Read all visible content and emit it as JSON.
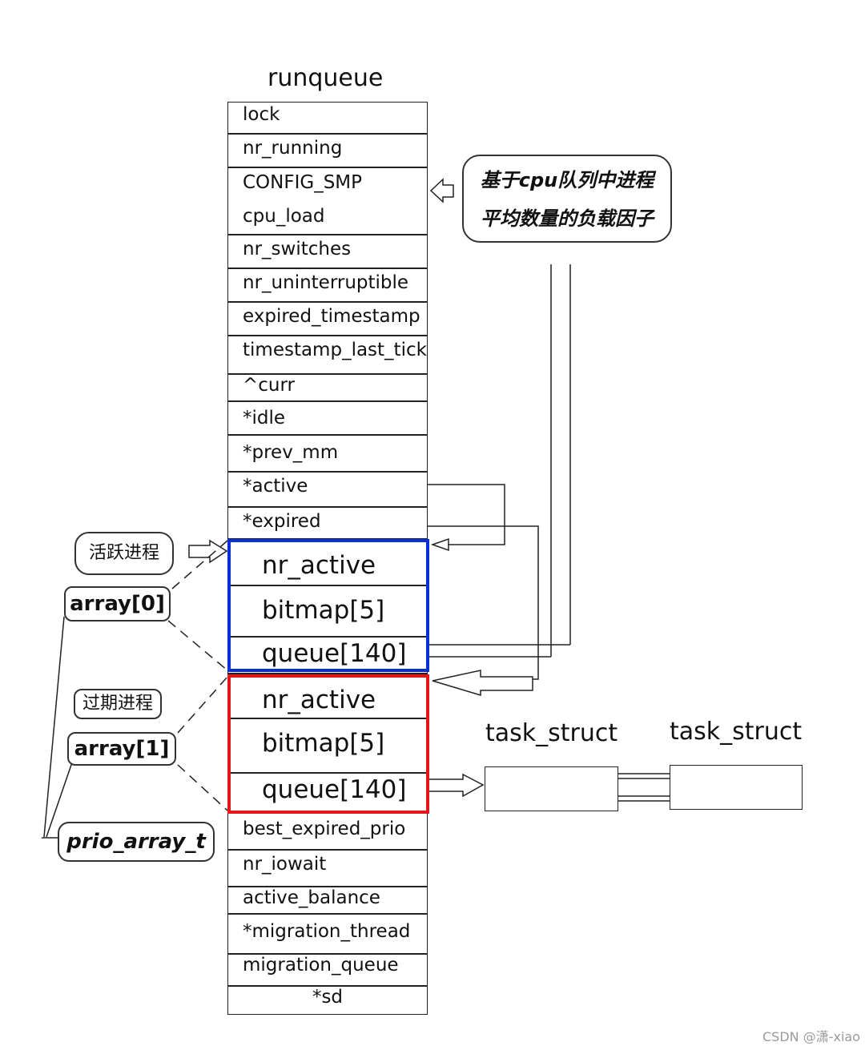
{
  "title": "runqueue",
  "fields": [
    "lock",
    "nr_running",
    "CONFIG_SMP",
    "cpu_load",
    "nr_switches",
    "nr_uninterruptible",
    "expired_timestamp",
    "timestamp_last_tick",
    "^curr",
    "*idle",
    "*prev_mm",
    "*active",
    "*expired"
  ],
  "array0_fields": [
    "nr_active",
    "bitmap[5]",
    "queue[140]"
  ],
  "array1_fields": [
    "nr_active",
    "bitmap[5]",
    "queue[140]"
  ],
  "tail_fields": [
    "best_expired_prio",
    "nr_iowait",
    "active_balance",
    "*migration_thread",
    "migration_queue",
    "*sd"
  ],
  "note_lines": [
    "基于cpu队列中进程",
    "平均数量的负载因子"
  ],
  "active_label": "活跃进程",
  "expired_label": "过期进程",
  "array0_label": "array[0]",
  "array1_label": "array[1]",
  "prio_label": "prio_array_t",
  "task_struct_1": "task_struct",
  "task_struct_2": "task_struct",
  "watermark": "CSDN @潇-xiao",
  "colors": {
    "active_border": "#0b2fd6",
    "expired_border": "#e3161b"
  }
}
